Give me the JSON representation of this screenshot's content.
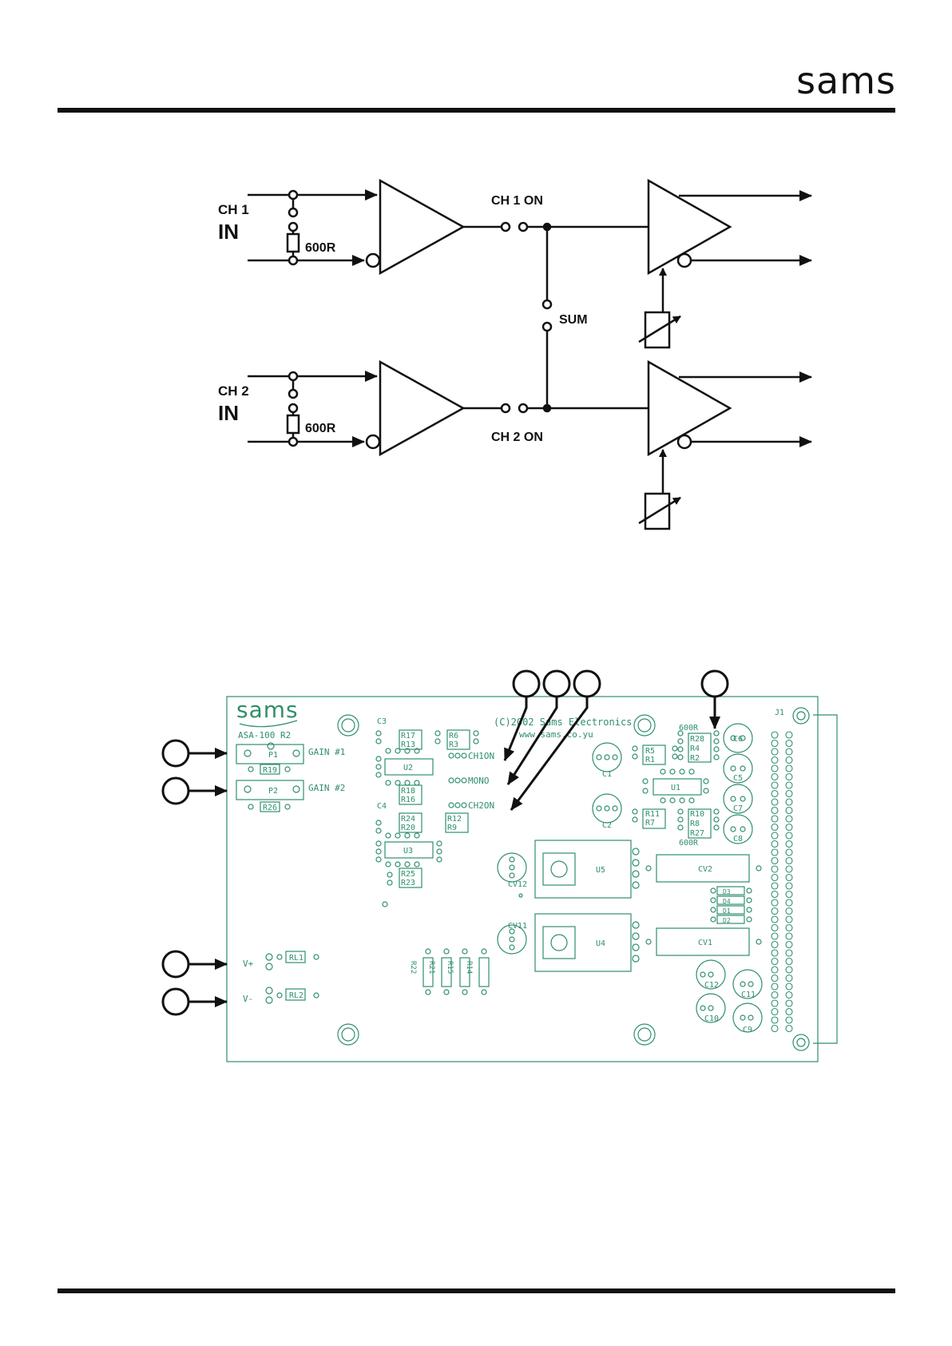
{
  "header": {
    "logo": "sams"
  },
  "block_diagram": {
    "ch1_label": "CH 1",
    "ch1_in": "IN",
    "ch1_resistor": "600R",
    "ch2_label": "CH 2",
    "ch2_in": "IN",
    "ch2_resistor": "600R",
    "ch1_on": "CH 1 ON",
    "ch2_on": "CH 2 ON",
    "sum": "SUM"
  },
  "pcb": {
    "board_name": "ASA-100 R2",
    "copyright": "(C)2002 Sams Electronics",
    "website": "www.sams.co.yu",
    "gain1": "GAIN #1",
    "gain2": "GAIN #2",
    "ch1on": "CH1ON",
    "mono": "MONO",
    "ch2on": "CH2ON",
    "res_top": "600R",
    "res_bottom": "600R",
    "j1": "J1",
    "vplus": "V+",
    "vminus": "V-",
    "rl1": "RL1",
    "rl2": "RL2",
    "parts": {
      "c3": "C3",
      "c4": "C4",
      "r17": "R17",
      "r13": "R13",
      "r6": "R6",
      "r3": "R3",
      "r18": "R18",
      "r16": "R16",
      "r24": "R24",
      "r20": "R20",
      "r12": "R12",
      "r9": "R9",
      "r25": "R25",
      "r23": "R23",
      "u2": "U2",
      "u3": "U3",
      "u1": "U1",
      "u4": "U4",
      "u5": "U5",
      "p1": "P1",
      "p2": "P2",
      "r19": "R19",
      "r26": "R26",
      "r5": "R5",
      "r1": "R1",
      "r28": "R28",
      "r4": "R4",
      "r2": "R2",
      "r11": "R11",
      "r7": "R7",
      "r10": "R10",
      "r8": "R8",
      "r27": "R27",
      "c1": "C1",
      "c2": "C2",
      "c5": "C5",
      "c6": "C6",
      "c7": "C7",
      "c8": "C8",
      "cv1": "CV1",
      "cv2": "CV2",
      "cv11": "CV11",
      "cv12": "CV12",
      "d1": "D1",
      "d2": "D2",
      "d3": "D3",
      "d4": "D4",
      "c9": "C9",
      "c10": "C10",
      "c11": "C11",
      "c12": "C12",
      "r22": "R22",
      "r21": "R21",
      "r15": "R15",
      "r14": "R14"
    }
  },
  "colors": {
    "ink": "#111111",
    "pcb": "#2f8f6a"
  }
}
